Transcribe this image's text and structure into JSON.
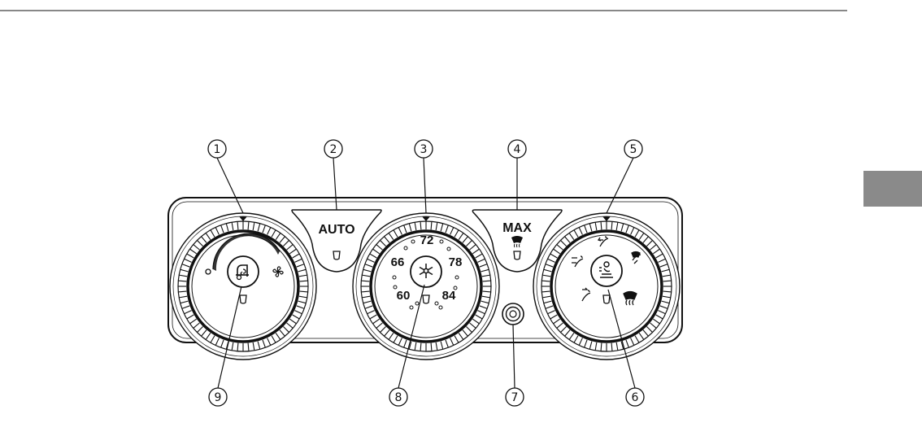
{
  "callouts": [
    "1",
    "2",
    "3",
    "4",
    "5",
    "6",
    "7",
    "8",
    "9"
  ],
  "buttons": {
    "auto_label": "AUTO",
    "max_label": "MAX"
  },
  "temperature": {
    "top": "72",
    "left": "66",
    "right": "78",
    "bottom_left": "60",
    "bottom_right": "84"
  },
  "colors": {
    "ink": "#111111",
    "tab": "#8a8a8a",
    "background": "#ffffff"
  },
  "icons": {
    "fan_knob_center": "air-recirculation-icon",
    "fan_low": "fan-low-dot-icon",
    "fan_high": "fan-icon",
    "temp_knob_center": "snowflake-ac-icon",
    "mode_knob_center": "seated-person-airflow-icon",
    "mode_face": "face-vent-icon",
    "mode_face_floor": "bilevel-vent-icon",
    "mode_floor": "floor-vent-icon",
    "mode_floor_defrost": "floor-defrost-icon",
    "mode_defrost": "windshield-defrost-icon",
    "max_defrost": "max-defrost-icon",
    "indicator": "indicator-light-icon",
    "sensor": "cabin-temperature-sensor-icon"
  }
}
